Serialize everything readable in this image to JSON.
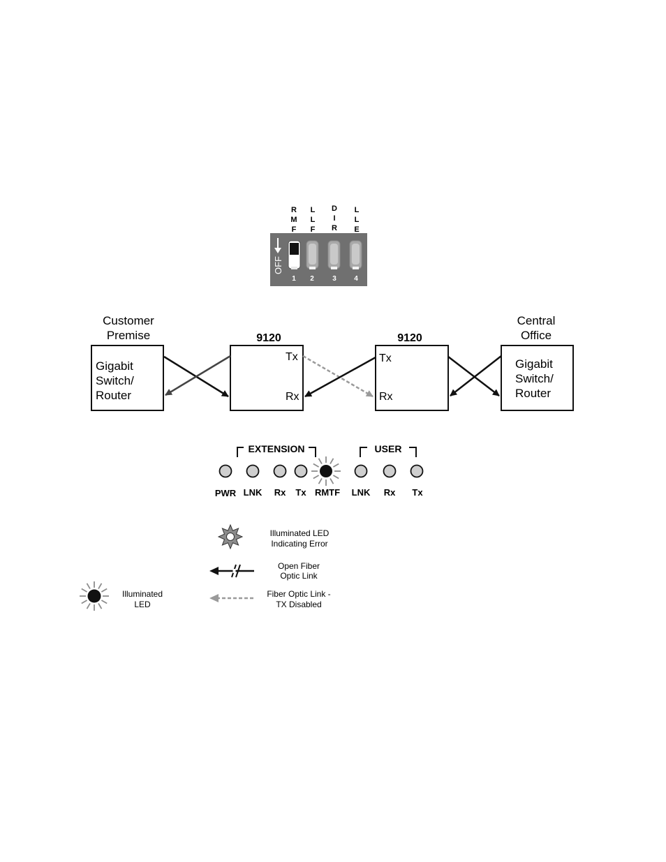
{
  "dip_switch": {
    "top_labels": [
      {
        "lines": [
          "R",
          "M",
          "F"
        ]
      },
      {
        "lines": [
          "L",
          "L",
          "F"
        ]
      },
      {
        "lines": [
          "D",
          "I",
          "R"
        ]
      },
      {
        "lines": [
          "L",
          "L",
          "E"
        ]
      }
    ],
    "off_label": "OFF",
    "numbers": [
      "1",
      "2",
      "3",
      "4"
    ]
  },
  "diagram": {
    "left_title": [
      "Customer",
      "Premise"
    ],
    "right_title": [
      "Central",
      "Office"
    ],
    "left_box": [
      "Gigabit",
      "Switch/",
      "Router"
    ],
    "right_box": [
      "Gigabit",
      "Switch/",
      "Router"
    ],
    "unit_left": {
      "title": "9120",
      "tx": "Tx",
      "rx": "Rx"
    },
    "unit_right": {
      "title": "9120",
      "tx": "Tx",
      "rx": "Rx"
    }
  },
  "led_panel": {
    "extension_label": "EXTENSION",
    "user_label": "USER",
    "leds": [
      {
        "label": "PWR",
        "lit": false
      },
      {
        "label": "LNK",
        "lit": false
      },
      {
        "label": "Rx",
        "lit": false
      },
      {
        "label": "Tx",
        "lit": false
      },
      {
        "label": "RMTF",
        "lit": true
      },
      {
        "label": "LNK",
        "lit": false
      },
      {
        "label": "Rx",
        "lit": false
      },
      {
        "label": "Tx",
        "lit": false
      }
    ]
  },
  "legend": {
    "error_led": [
      "Illuminated LED",
      "Indicating Error"
    ],
    "open_fiber": [
      "Open Fiber",
      "Optic Link"
    ],
    "tx_disabled": [
      "Fiber Optic Link -",
      "TX Disabled"
    ],
    "illuminated_led": [
      "Illuminated",
      "LED"
    ]
  },
  "colors": {
    "line_black": "#111111",
    "line_dark_gray": "#444444",
    "line_light_gray": "#9a9a9a",
    "switch_body": "#707070",
    "led_fill": "#cfcfcf"
  }
}
